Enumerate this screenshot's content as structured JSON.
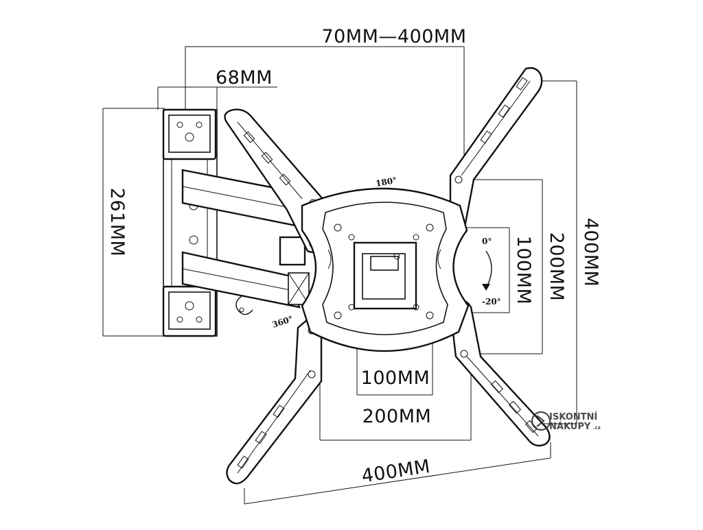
{
  "dimensions": {
    "arm_reach": "70MM—400MM",
    "wall_depth": "68MM",
    "wall_plate_height": "261MM",
    "vertical_400": "400MM",
    "vertical_200": "200MM",
    "vertical_100": "100MM",
    "horizontal_100": "100MM",
    "horizontal_200": "200MM",
    "horizontal_400": "400MM"
  },
  "angles": {
    "swivel_top": "180°",
    "rotate_base": "360°",
    "tilt_up": "0°",
    "tilt_down": "-20°"
  },
  "watermark": {
    "line1": "ISKONTNÍ",
    "line2": "NÁKUPY",
    "suffix": ".cz"
  }
}
